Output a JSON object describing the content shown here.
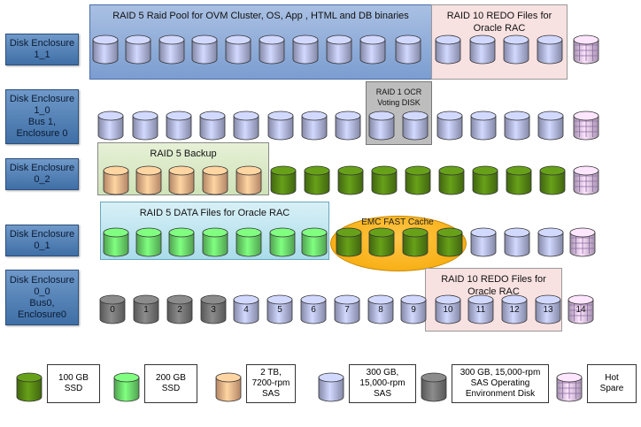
{
  "colors": {
    "ssd100": "#5a8c16",
    "ssd200": "#6fe06f",
    "sas2tb": "#f9b98d",
    "sas300": "#b7bde8",
    "vault": "#7a7a7a",
    "hotspare": "#e2c8f0"
  },
  "enclosures": [
    {
      "label": "Disk Enclosure\n1_1"
    },
    {
      "label": "Disk Enclosure\n1_0\nBus 1,\nEnclosure 0"
    },
    {
      "label": "Disk Enclosure\n0_2"
    },
    {
      "label": "Disk Enclosure\n0_1"
    },
    {
      "label": "Disk Enclosure\n0_0\nBus0,\nEnclosure0"
    }
  ],
  "groups": {
    "raid5_pool": "RAID 5  Raid Pool for OVM Cluster, OS, App , HTML and DB binaries",
    "raid10_redo_top": "RAID 10 REDO Files for\nOracle RAC",
    "raid1_ocr": "RAID 1 OCR\nVoting DISK",
    "raid5_backup": "RAID 5 Backup",
    "raid5_data": "RAID 5 DATA Files for Oracle RAC",
    "emc_fast_cache": "EMC FAST Cache",
    "raid10_redo_bottom": "RAID 10 REDO Files for\nOracle RAC"
  },
  "rows": [
    [
      "sas300",
      "sas300",
      "sas300",
      "sas300",
      "sas300",
      "sas300",
      "sas300",
      "sas300",
      "sas300",
      "sas300",
      "sas300",
      "sas300",
      "sas300",
      "sas300",
      "hotspare"
    ],
    [
      "sas300",
      "sas300",
      "sas300",
      "sas300",
      "sas300",
      "sas300",
      "sas300",
      "sas300",
      "sas300",
      "sas300",
      "sas300",
      "sas300",
      "sas300",
      "sas300",
      "hotspare"
    ],
    [
      "sas2tb",
      "sas2tb",
      "sas2tb",
      "sas2tb",
      "sas2tb",
      "ssd100",
      "ssd100",
      "ssd100",
      "ssd100",
      "ssd100",
      "ssd100",
      "ssd100",
      "ssd100",
      "ssd100",
      "hotspare"
    ],
    [
      "ssd200",
      "ssd200",
      "ssd200",
      "ssd200",
      "ssd200",
      "ssd200",
      "ssd200",
      "ssd100",
      "ssd100",
      "ssd100",
      "ssd100",
      "sas300",
      "sas300",
      "sas300",
      "hotspare"
    ],
    [
      "vault",
      "vault",
      "vault",
      "vault",
      "sas300",
      "sas300",
      "sas300",
      "sas300",
      "sas300",
      "sas300",
      "sas300",
      "sas300",
      "sas300",
      "sas300",
      "hotspare"
    ]
  ],
  "slot_numbers": [
    "0",
    "1",
    "2",
    "3",
    "4",
    "5",
    "6",
    "7",
    "8",
    "9",
    "10",
    "11",
    "12",
    "13",
    "14"
  ],
  "legend": [
    {
      "type": "ssd100",
      "label": "100 GB\nSSD"
    },
    {
      "type": "ssd200",
      "label": "200 GB\nSSD"
    },
    {
      "type": "sas2tb",
      "label": "2 TB,\n7200-rpm\nSAS"
    },
    {
      "type": "sas300",
      "label": "300 GB,\n15,000-rpm\nSAS"
    },
    {
      "type": "vault",
      "label": "300 GB, 15,000-rpm\nSAS Operating\nEnvironment Disk"
    },
    {
      "type": "hotspare",
      "label": "Hot\nSpare"
    }
  ]
}
